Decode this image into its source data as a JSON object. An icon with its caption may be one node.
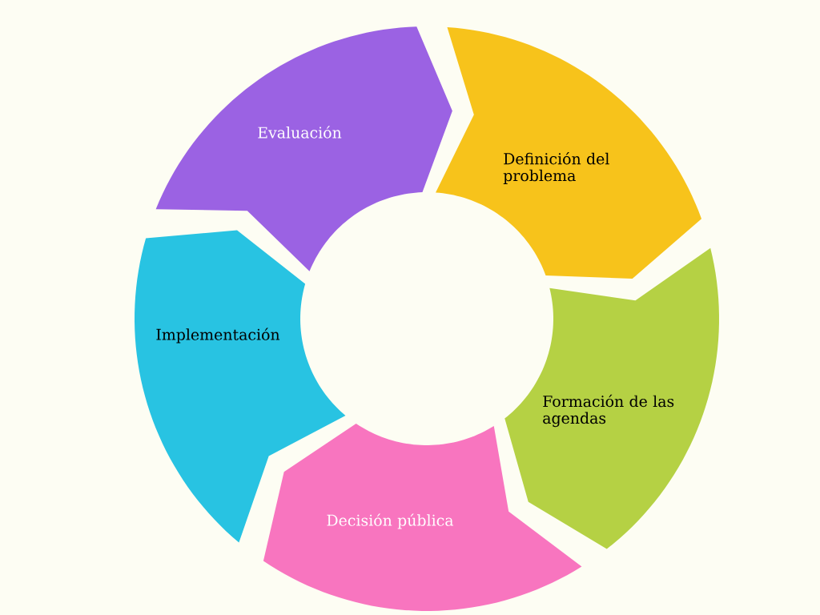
{
  "diagram": {
    "nodes": [
      {
        "text": [
          "Definición del problema"
        ]
      },
      {
        "text": [
          "Formación de las agendas"
        ]
      },
      {
        "text": [
          "Decisión pública"
        ]
      },
      {
        "text": [
          "Implementación"
        ]
      },
      {
        "text": [
          "Evaluación"
        ]
      }
    ]
  }
}
